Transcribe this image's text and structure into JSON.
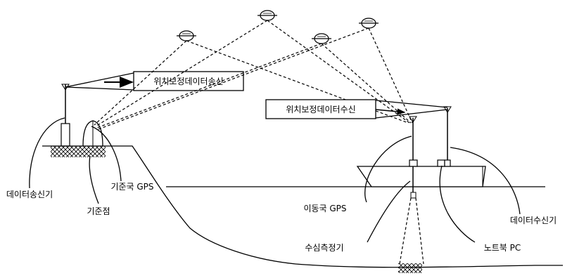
{
  "labels": {
    "tx_box": "위치보정데이터송신",
    "rx_box": "위치보정데이터수신",
    "data_transmitter": "데이터송신기",
    "reference_gps": "기준국 GPS",
    "reference_point": "기준점",
    "mobile_gps": "이동국 GPS",
    "echo_sounder": "수심측정기",
    "data_receiver": "데이터수신기",
    "notebook_pc": "노트북 PC"
  },
  "colors": {
    "line": "#000000",
    "background": "#ffffff"
  },
  "satellites_count": 4
}
